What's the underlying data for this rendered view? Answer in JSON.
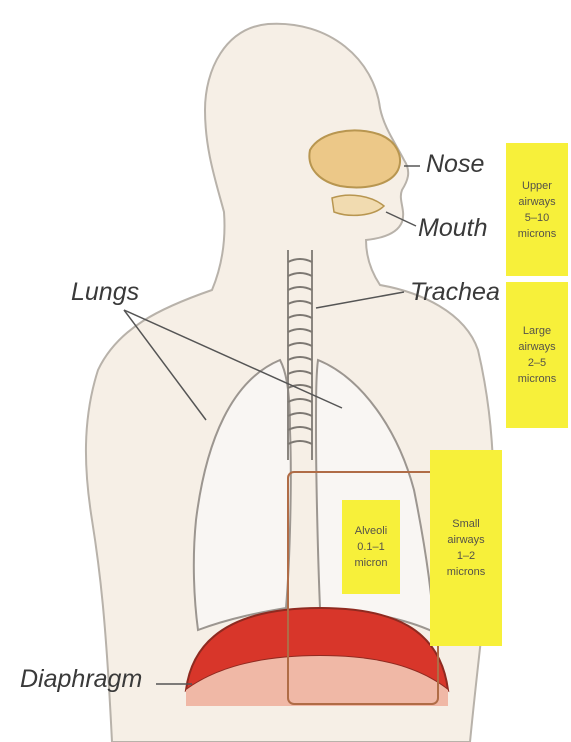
{
  "labels": {
    "nose": "Nose",
    "mouth": "Mouth",
    "lungs": "Lungs",
    "trachea": "Trachea",
    "diaphragm": "Diaphragm"
  },
  "boxes": {
    "upper_airways": "Upper\nairways\n5–10\nmicrons",
    "large_airways": "Large\nairways\n2–5\nmicrons",
    "small_airways": "Small\nairways\n1–2\nmicrons",
    "alveoli": "Alveoli\n0.1–1\nmicron"
  },
  "colors": {
    "skin": "#f6efe6",
    "outline": "#b8b2aa",
    "highlight_box": "#f7f03a",
    "diaphragm": "#d8362a",
    "nasal_cavity": "#ecc888"
  }
}
